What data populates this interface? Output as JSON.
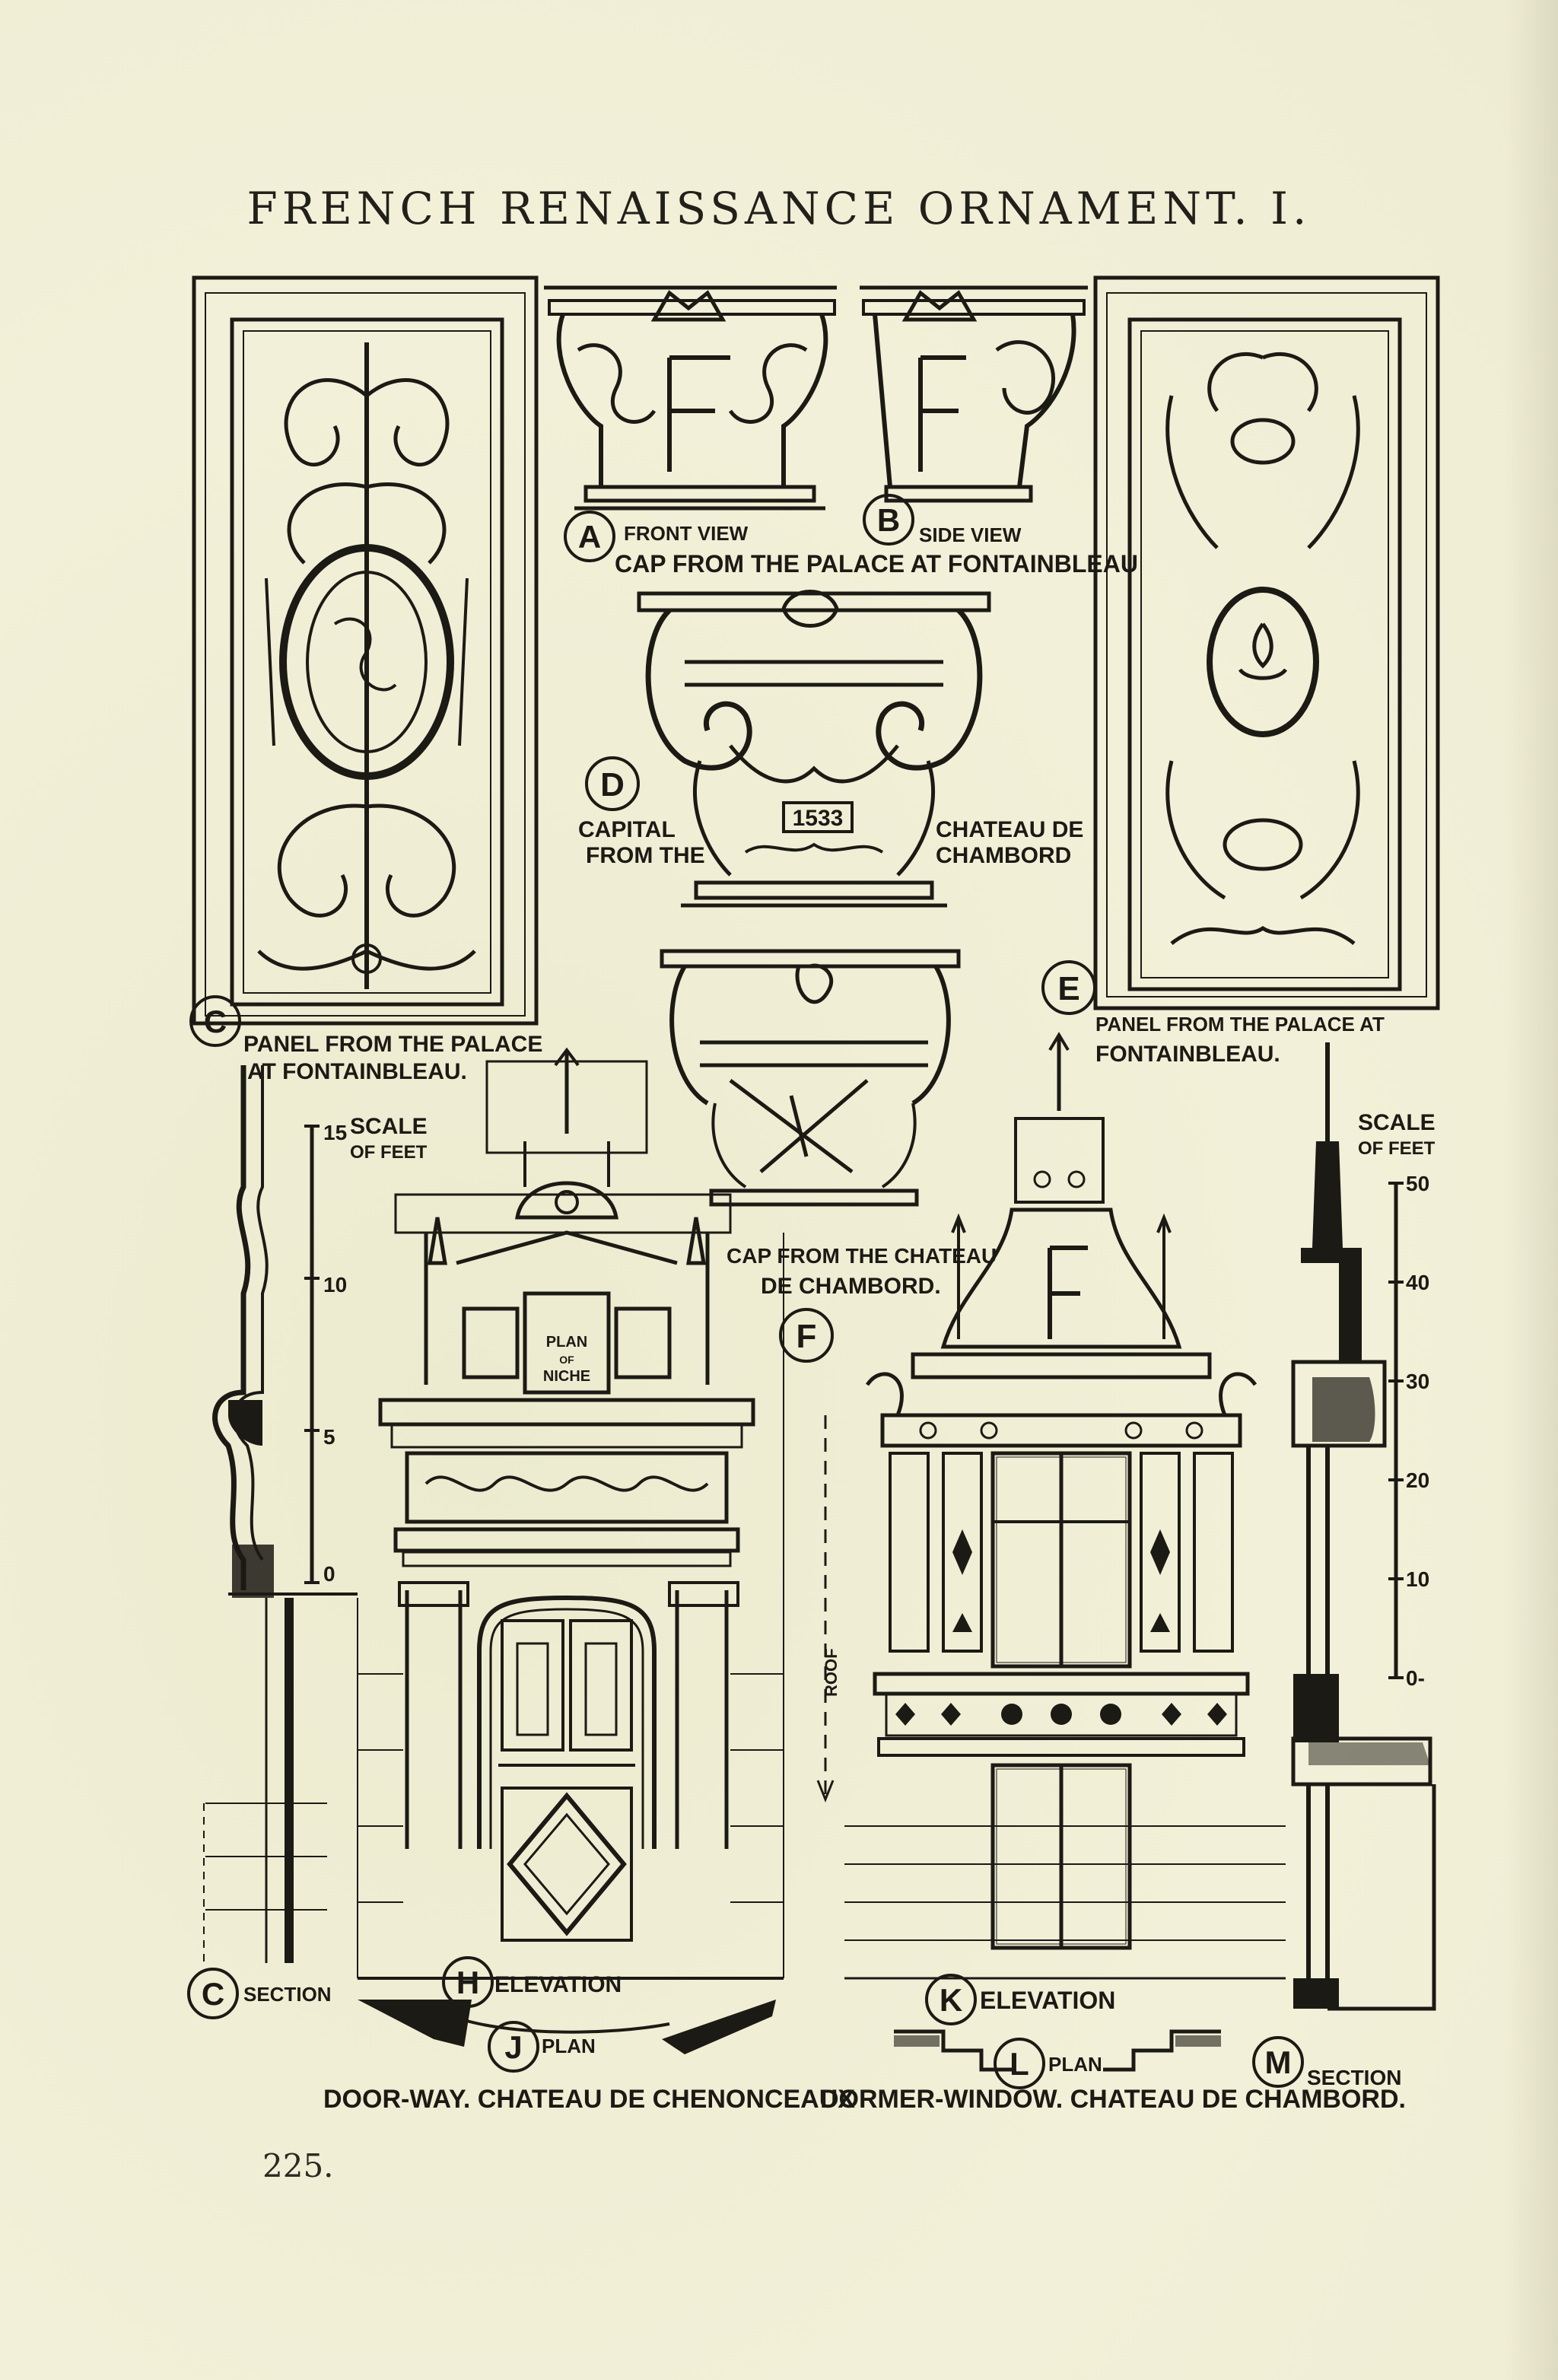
{
  "page_title": "FRENCH RENAISSANCE ORNAMENT. I.",
  "page_number": "225.",
  "figures": {
    "A": {
      "letter": "A",
      "caption": "FRONT VIEW"
    },
    "B": {
      "letter": "B",
      "caption": "SIDE VIEW"
    },
    "AB_shared_caption": "CAP FROM THE PALACE AT FONTAINBLEAU",
    "C": {
      "letter": "C",
      "caption_line1": "PANEL FROM THE PALACE",
      "caption_line2": "AT FONTAINBLEAU."
    },
    "C_section": {
      "letter": "C",
      "caption": "SECTION"
    },
    "D": {
      "letter": "D",
      "caption_left_1": "CAPITAL",
      "caption_left_2": "FROM THE",
      "caption_right_1": "CHATEAU DE",
      "caption_right_2": "CHAMBORD",
      "date": "1533"
    },
    "E": {
      "letter": "E",
      "caption_line1": "PANEL FROM THE PALACE AT",
      "caption_line2": "FONTAINBLEAU."
    },
    "F": {
      "letter": "F",
      "caption_line1": "CAP FROM THE CHATEAU",
      "caption_line2": "DE CHAMBORD."
    },
    "H": {
      "letter": "H",
      "caption": "ELEVATION"
    },
    "J": {
      "letter": "J",
      "caption": "PLAN"
    },
    "HJ_shared_caption": "DOOR-WAY. CHATEAU DE CHENONCEAUX",
    "K": {
      "letter": "K",
      "caption": "ELEVATION"
    },
    "L": {
      "letter": "L",
      "caption": "PLAN"
    },
    "M": {
      "letter": "M",
      "caption": "SECTION"
    },
    "KLM_shared_caption": "DORMER-WINDOW. CHATEAU DE CHAMBORD."
  },
  "doorway_drawing": {
    "niche_label_1": "PLAN",
    "niche_label_2": "OF",
    "niche_label_3": "NICHE",
    "scale_title_1": "SCALE",
    "scale_title_2": "OF FEET",
    "scale_ticks": [
      "15",
      "10",
      "5",
      "0"
    ]
  },
  "dormer_drawing": {
    "roof_label": "ROOF",
    "scale_title_1": "SCALE",
    "scale_title_2": "OF FEET",
    "scale_ticks": [
      "50",
      "40",
      "30",
      "20",
      "10",
      "0-"
    ]
  }
}
